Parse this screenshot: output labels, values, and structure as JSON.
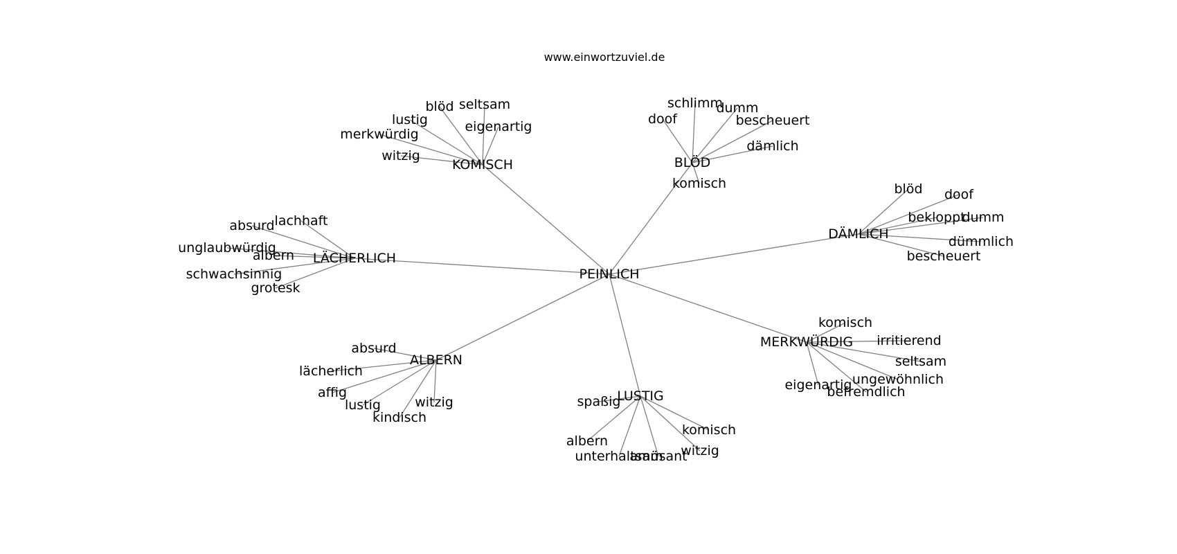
{
  "source": "www.einwortzuviel.de",
  "graph": {
    "root": "PEINLICH",
    "edge_color": "#808080",
    "text_color": "#000000",
    "clusters": [
      {
        "hub": "KOMISCH",
        "leaves": [
          "blöd",
          "seltsam",
          "lustig",
          "eigenartig",
          "merkwürdig",
          "witzig"
        ]
      },
      {
        "hub": "BLÖD",
        "leaves": [
          "schlimm",
          "dumm",
          "doof",
          "bescheuert",
          "dämlich",
          "komisch"
        ]
      },
      {
        "hub": "DÄMLICH",
        "leaves": [
          "blöd",
          "doof",
          "bekloppt",
          "dumm",
          "dümmlich",
          "bescheuert"
        ]
      },
      {
        "hub": "LÄCHERLICH",
        "leaves": [
          "absurd",
          "lachhaft",
          "unglaubwürdig",
          "albern",
          "schwachsinnig",
          "grotesk"
        ]
      },
      {
        "hub": "MERKWÜRDIG",
        "leaves": [
          "komisch",
          "irritierend",
          "seltsam",
          "ungewöhnlich",
          "eigenartig",
          "befremdlich"
        ]
      },
      {
        "hub": "ALBERN",
        "leaves": [
          "absurd",
          "lächerlich",
          "affig",
          "lustig",
          "witzig",
          "kindisch"
        ]
      },
      {
        "hub": "LUSTIG",
        "leaves": [
          "spaßig",
          "komisch",
          "albern",
          "witzig",
          "unterhaltsam",
          "amüsant"
        ]
      }
    ]
  }
}
